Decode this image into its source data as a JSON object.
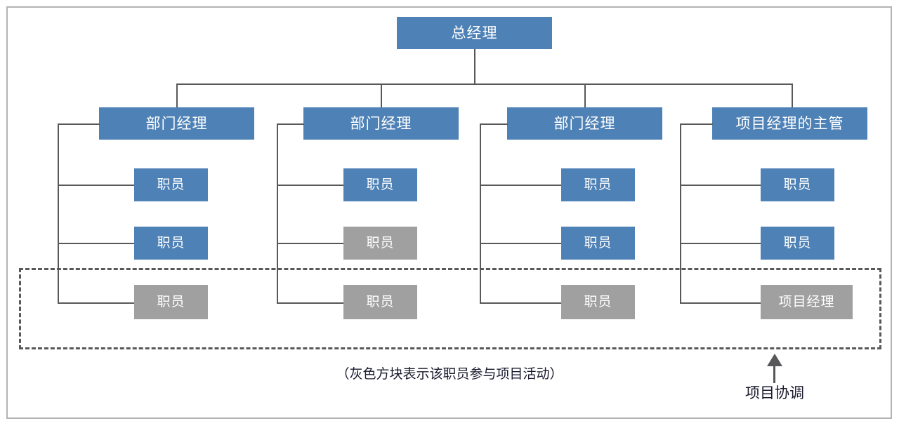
{
  "diagram": {
    "type": "organization-chart",
    "title_text": "",
    "colors": {
      "node_blue": "#4E81B5",
      "node_gray": "#A0A0A0",
      "line": "#58585a",
      "frame": "#b3b3b3",
      "text_on_node": "#ffffff",
      "caption_text": "#1a1a2e"
    },
    "top": {
      "label": "总经理"
    },
    "columns": [
      {
        "head": {
          "label": "部门经理",
          "color": "blue"
        },
        "members": [
          {
            "label": "职员",
            "color": "blue"
          },
          {
            "label": "职员",
            "color": "blue"
          },
          {
            "label": "职员",
            "color": "gray"
          }
        ]
      },
      {
        "head": {
          "label": "部门经理",
          "color": "blue"
        },
        "members": [
          {
            "label": "职员",
            "color": "blue"
          },
          {
            "label": "职员",
            "color": "gray"
          },
          {
            "label": "职员",
            "color": "gray"
          }
        ]
      },
      {
        "head": {
          "label": "部门经理",
          "color": "blue"
        },
        "members": [
          {
            "label": "职员",
            "color": "blue"
          },
          {
            "label": "职员",
            "color": "blue"
          },
          {
            "label": "职员",
            "color": "gray"
          }
        ]
      },
      {
        "head": {
          "label": "项目经理的主管",
          "color": "blue"
        },
        "members": [
          {
            "label": "职员",
            "color": "blue"
          },
          {
            "label": "职员",
            "color": "blue"
          },
          {
            "label": "项目经理",
            "color": "gray"
          }
        ]
      }
    ],
    "legend_note": "（灰色方块表示该职员参与项目活动）",
    "arrow_label": "项目协调"
  }
}
